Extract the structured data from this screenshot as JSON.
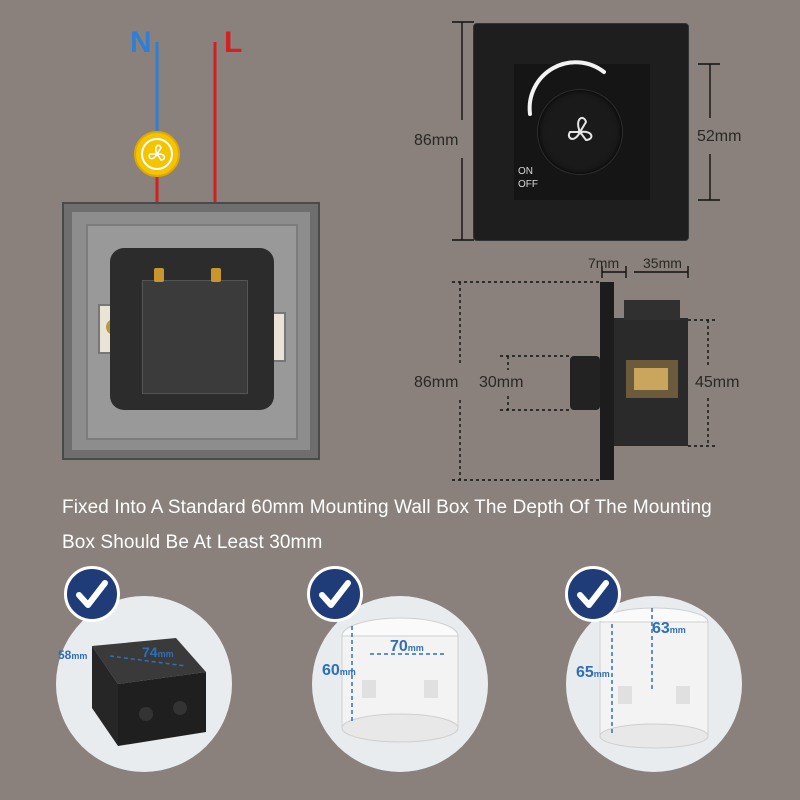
{
  "wiring": {
    "neutral_label": "N",
    "live_label": "L",
    "neutral_color": "#2f7fd6",
    "live_color": "#d42020",
    "load_icon": "fan-icon"
  },
  "front_view": {
    "knob_icon": "fan-icon",
    "on_label": "ON",
    "off_label": "OFF",
    "height_label": "86mm",
    "inner_label": "52mm"
  },
  "side_view": {
    "top_left_label": "7mm",
    "top_right_label": "35mm",
    "height_label": "86mm",
    "depth_label": "30mm",
    "module_label": "45mm"
  },
  "caption": {
    "line1": "Fixed Into A Standard 60mm Mounting Wall Box The Depth Of The Mounting",
    "line2": "Box Should Be At Least 30mm"
  },
  "boxes": [
    {
      "icon": "check-icon",
      "height_value": "58",
      "width_value": "74",
      "unit": "mm"
    },
    {
      "icon": "check-icon",
      "height_value": "60",
      "width_value": "70",
      "unit": "mm"
    },
    {
      "icon": "check-icon",
      "height_value": "65",
      "width_value": "63",
      "unit": "mm"
    }
  ]
}
